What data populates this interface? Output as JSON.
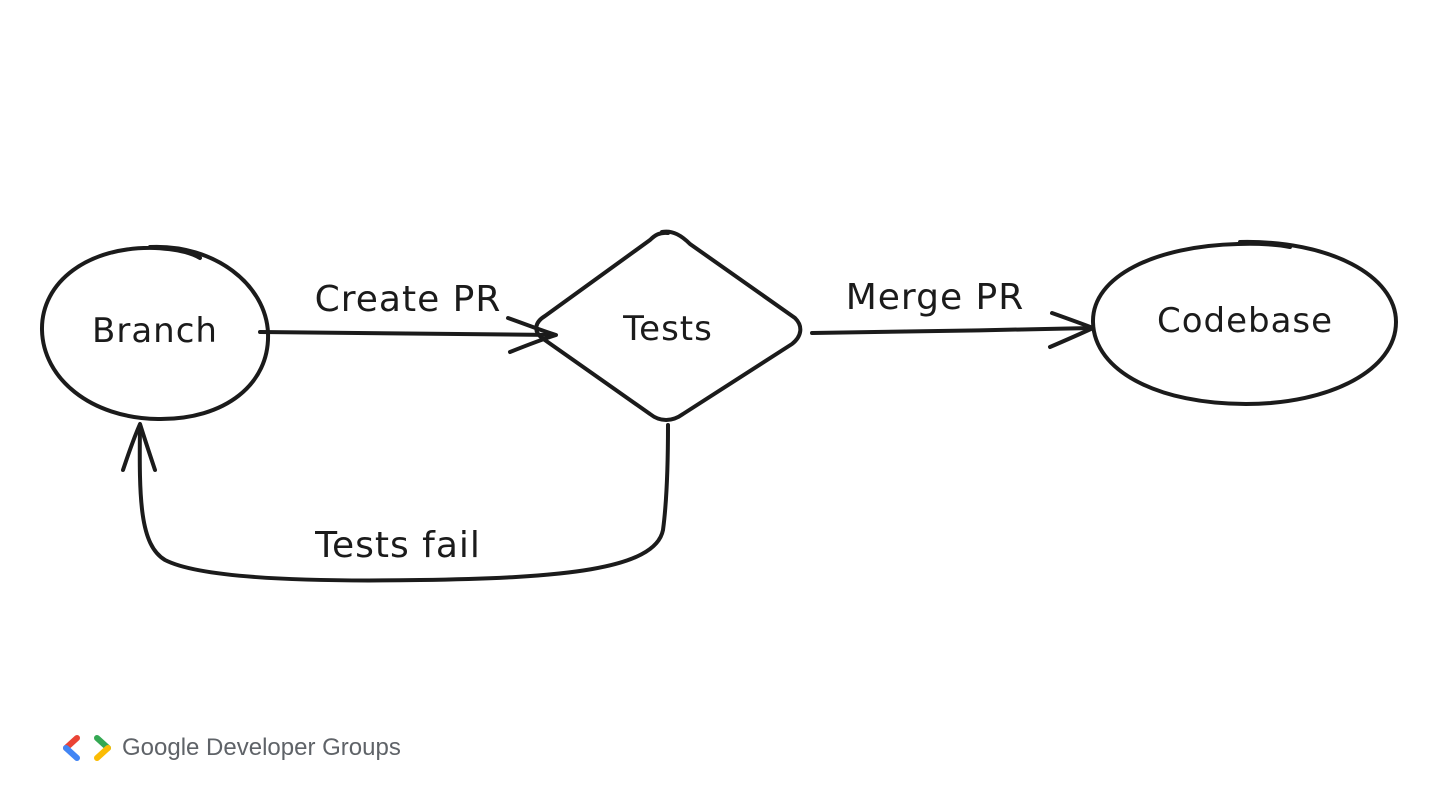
{
  "nodes": {
    "branch": "Branch",
    "tests": "Tests",
    "codebase": "Codebase"
  },
  "edges": {
    "create_pr": "Create PR",
    "merge_pr": "Merge PR",
    "tests_fail": "Tests fail"
  },
  "footer": {
    "brand": "Google Developer Groups",
    "logo_icon": "gdg-logo-icon",
    "logo_colors": {
      "red": "#EA4335",
      "blue": "#4285F4",
      "green": "#34A853",
      "yellow": "#FBBC04"
    }
  }
}
